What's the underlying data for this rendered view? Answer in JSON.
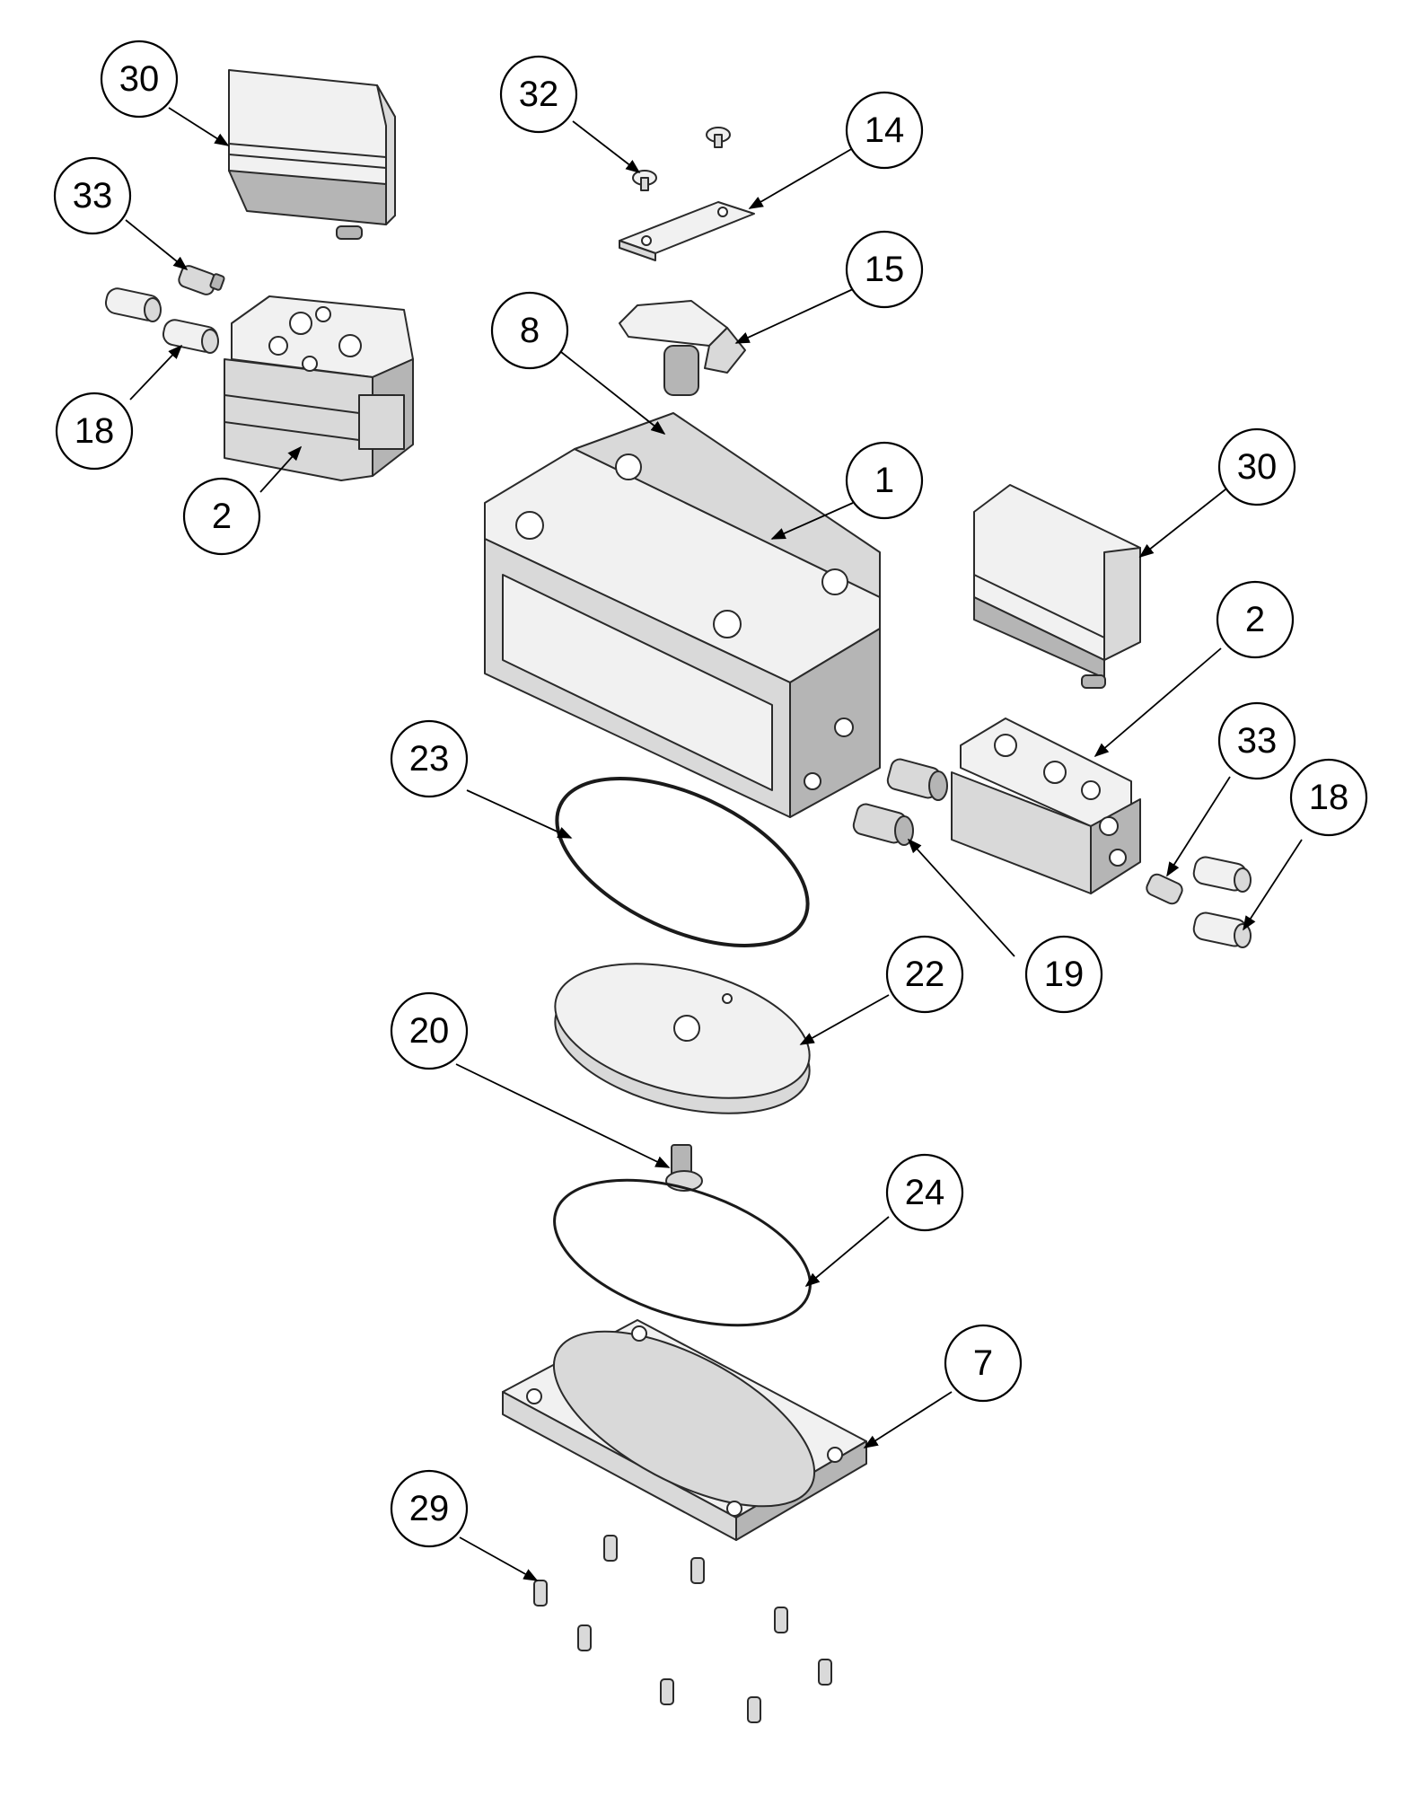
{
  "diagram": {
    "callouts": [
      {
        "id": "b30a",
        "label": "30"
      },
      {
        "id": "b32",
        "label": "32"
      },
      {
        "id": "b14",
        "label": "14"
      },
      {
        "id": "b33a",
        "label": "33"
      },
      {
        "id": "b15",
        "label": "15"
      },
      {
        "id": "b8",
        "label": "8"
      },
      {
        "id": "b18a",
        "label": "18"
      },
      {
        "id": "b2a",
        "label": "2"
      },
      {
        "id": "b1",
        "label": "1"
      },
      {
        "id": "b30b",
        "label": "30"
      },
      {
        "id": "b2b",
        "label": "2"
      },
      {
        "id": "b23",
        "label": "23"
      },
      {
        "id": "b33b",
        "label": "33"
      },
      {
        "id": "b18b",
        "label": "18"
      },
      {
        "id": "b22",
        "label": "22"
      },
      {
        "id": "b19",
        "label": "19"
      },
      {
        "id": "b20",
        "label": "20"
      },
      {
        "id": "b24",
        "label": "24"
      },
      {
        "id": "b7",
        "label": "7"
      },
      {
        "id": "b29",
        "label": "29"
      }
    ]
  }
}
